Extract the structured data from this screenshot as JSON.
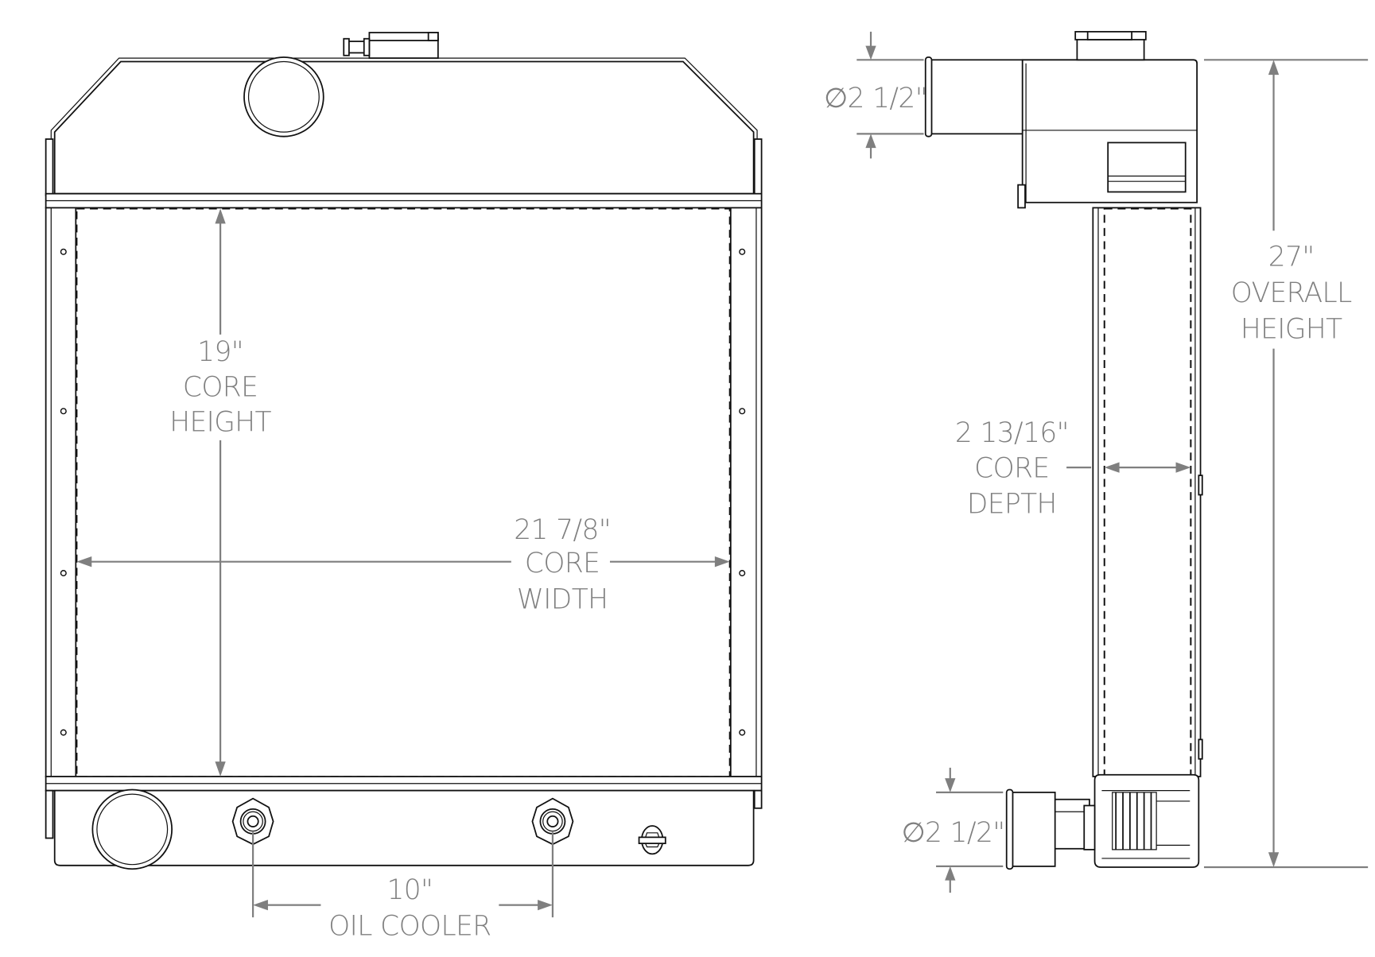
{
  "drawing": {
    "subject": "Radiator with oil cooler",
    "views": [
      "front-view",
      "side-view"
    ],
    "colors": {
      "line": "#111111",
      "dimension": "#7f7f7f",
      "background": "#ffffff"
    }
  },
  "front_view": {
    "core_height": {
      "value": "19\"",
      "label_1": "CORE",
      "label_2": "HEIGHT"
    },
    "core_width": {
      "value": "21 7/8\"",
      "label_1": "CORE",
      "label_2": "WIDTH"
    },
    "oil_cooler": {
      "value": "10\"",
      "label": "OIL COOLER"
    }
  },
  "side_view": {
    "inlet_diameter": {
      "symbol": "∅",
      "value": "2 1/2\""
    },
    "outlet_diameter": {
      "symbol": "∅",
      "value": "2 1/2\""
    },
    "core_depth": {
      "value": "2 13/16\"",
      "label_1": "CORE",
      "label_2": "DEPTH"
    },
    "overall_height": {
      "value": "27\"",
      "label_1": "OVERALL",
      "label_2": "HEIGHT"
    }
  }
}
